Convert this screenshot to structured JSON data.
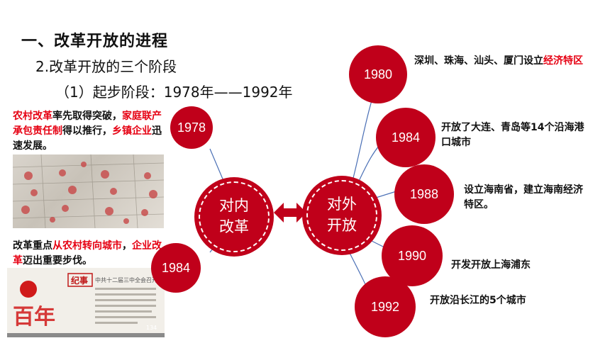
{
  "heading": {
    "title": "一、改革开放的进程",
    "subtitle": "2.改革开放的三个阶段",
    "stage": "（1）起步阶段：1978年——1992年"
  },
  "left_notes": {
    "note1": [
      {
        "text": "农村改革",
        "red": true
      },
      {
        "text": "率先取得突破，",
        "red": false
      },
      {
        "text": "家庭联产承包责任制",
        "red": true
      },
      {
        "text": "得以推行，",
        "red": false
      },
      {
        "text": "乡镇企业",
        "red": true
      },
      {
        "text": "迅速发展。",
        "red": false
      }
    ],
    "note2": [
      {
        "text": "改革重点",
        "red": false
      },
      {
        "text": "从农村转向城市",
        "red": true
      },
      {
        "text": "，",
        "red": false
      },
      {
        "text": "企业改革",
        "red": true
      },
      {
        "text": "迈出重要步伐。",
        "red": false
      }
    ]
  },
  "images": {
    "photo2_caption": "中共十二届三中全会召开",
    "photo2_logo_text": "纪事",
    "photo2_page": "134",
    "photo2_big": "百年"
  },
  "inner": {
    "center_label": "对内改革",
    "years": [
      "1978",
      "1984"
    ]
  },
  "outer": {
    "center_label": "对外开放",
    "events": [
      {
        "year": "1980",
        "segments": [
          {
            "text": "深圳、珠海、汕头、厦门设立",
            "red": false
          },
          {
            "text": "经济特区",
            "red": true
          }
        ]
      },
      {
        "year": "1984",
        "segments": [
          {
            "text": "开放了大连、青岛等14个沿海港口城市",
            "red": false
          }
        ]
      },
      {
        "year": "1988",
        "segments": [
          {
            "text": "设立海南省，建立海南经济特区。",
            "red": false
          }
        ]
      },
      {
        "year": "1990",
        "segments": [
          {
            "text": "开发开放上海浦东",
            "red": false
          }
        ]
      },
      {
        "year": "1992",
        "segments": [
          {
            "text": "开放沿长江的5个城市",
            "red": false
          }
        ]
      }
    ]
  },
  "colors": {
    "accent": "#c0001a",
    "highlight": "#e60012",
    "line": "#4a6fb5"
  }
}
